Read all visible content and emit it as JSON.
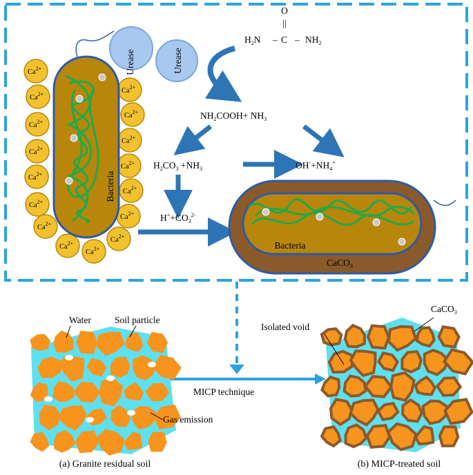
{
  "urease_1": "Urease",
  "urease_2": "Urease",
  "urea": {
    "o": "O",
    "eq": "||",
    "h2n": "H",
    "h2n_sub": "2",
    "h2n_n": "N",
    "dash1": "–",
    "c": "C",
    "dash2": "–",
    "nh2": "NH",
    "nh2_sub": "2",
    "vbar": "|"
  },
  "eq1": {
    "a": "NH",
    "a_sub": "2",
    "b": "COOH+ NH",
    "b_sub": "3"
  },
  "eq2": {
    "a": "H",
    "a_sub": "2",
    "b": "CO",
    "b_sub": "3",
    "c": " +NH",
    "c_sub": "3"
  },
  "eq3": {
    "a": "OH",
    "b": "+NH",
    "b_sub": "4",
    "b_sup": "+",
    "a_sup": "-"
  },
  "eq4": {
    "a": "H",
    "a_sup": "+",
    "b": "+CO",
    "b_sub": "3",
    "b_sup": "2-"
  },
  "ca_ion": {
    "base": "Ca",
    "sup": "2+"
  },
  "bacteria_vertical": "Bacteria",
  "bacteria_horizontal": "Bacteria",
  "caco3_cell": {
    "base": "CaCO",
    "sub": "3"
  },
  "label_water": "Water",
  "label_soil_particle": "Soil particle",
  "label_gas_emission": "Gas emission",
  "label_micp": "MICP technique",
  "label_isolated_void": "Isolated void",
  "label_caco3": {
    "base": "CaCO",
    "sub": "3"
  },
  "caption_a": "(a) Granite residual soil",
  "caption_b": "(b) MICP-treated soil",
  "colors": {
    "dash_box": "#2aa3e0",
    "arrow": "#2e75b6",
    "cell_outer": "#b8860b",
    "cell_border": "#2e5aa8",
    "dna": "#1faa4a",
    "calcium": "#f2c12e",
    "urease": "#a8c8ef",
    "soil_particle": "#f7941d",
    "water": "#5ee0f0",
    "caco3_shell": "#8b5a2b"
  }
}
